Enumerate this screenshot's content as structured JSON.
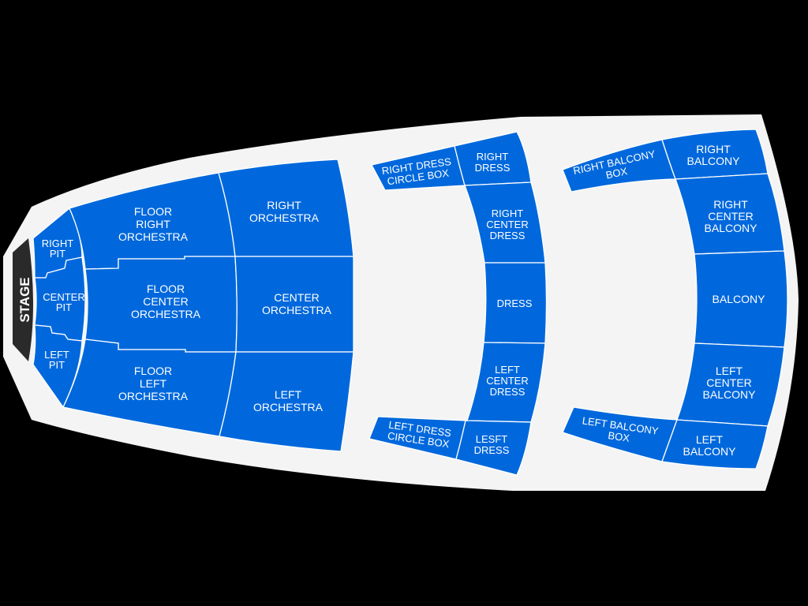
{
  "colors": {
    "background": "#000000",
    "venue_outline": "#F4F4F4",
    "section_fill": "#0068DC",
    "section_border": "#FFFFFF",
    "stage_fill": "#2A2A2A",
    "label_text": "#FFFFFF"
  },
  "stage": {
    "label": "STAGE"
  },
  "sections": {
    "right_pit": [
      "RIGHT",
      "PIT"
    ],
    "center_pit": [
      "CENTER",
      "PIT"
    ],
    "left_pit": [
      "LEFT",
      "PIT"
    ],
    "floor_right_orchestra": [
      "FLOOR",
      "RIGHT",
      "ORCHESTRA"
    ],
    "floor_center_orchestra": [
      "FLOOR",
      "CENTER",
      "ORCHESTRA"
    ],
    "floor_left_orchestra": [
      "FLOOR",
      "LEFT",
      "ORCHESTRA"
    ],
    "right_orchestra": [
      "RIGHT",
      "ORCHESTRA"
    ],
    "center_orchestra": [
      "CENTER",
      "ORCHESTRA"
    ],
    "left_orchestra": [
      "LEFT",
      "ORCHESTRA"
    ],
    "right_dress_circle_box": [
      "RIGHT DRESS",
      "CIRCLE BOX"
    ],
    "right_dress": [
      "RIGHT",
      "DRESS"
    ],
    "right_center_dress": [
      "RIGHT",
      "CENTER",
      "DRESS"
    ],
    "dress": [
      "DRESS"
    ],
    "left_center_dress": [
      "LEFT",
      "CENTER",
      "DRESS"
    ],
    "left_dress_circle_box": [
      "LEFT DRESS",
      "CIRCLE BOX"
    ],
    "left_dress": [
      "LESFT",
      "DRESS"
    ],
    "right_balcony_box": [
      "RIGHT BALCONY",
      "BOX"
    ],
    "right_balcony": [
      "RIGHT",
      "BALCONY"
    ],
    "right_center_balcony": [
      "RIGHT",
      "CENTER",
      "BALCONY"
    ],
    "balcony": [
      "BALCONY"
    ],
    "left_center_balcony": [
      "LEFT",
      "CENTER",
      "BALCONY"
    ],
    "left_balcony_box": [
      "LEFT BALCONY",
      "BOX"
    ],
    "left_balcony": [
      "LEFT",
      "BALCONY"
    ]
  }
}
